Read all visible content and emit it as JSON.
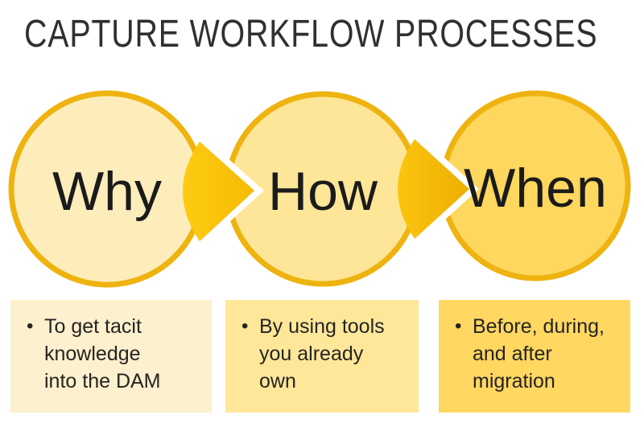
{
  "title": "CAPTURE WORKFLOW PROCESSES",
  "bullet_char": "•",
  "colors": {
    "background": "#FFFFFF",
    "title_text": "#303030",
    "circle_border": "#EFB310",
    "label_text": "#1B1B1B",
    "body_text": "#262321",
    "arrow1_from": "#FDCB12",
    "arrow1_to": "#F6BB05",
    "arrow2_from": "#FBC50F",
    "arrow2_to": "#EDAE02"
  },
  "steps": [
    {
      "label": "Why",
      "description": "To get tacit knowledge into the DAM",
      "lines": [
        "To get tacit",
        "knowledge",
        "into the DAM"
      ],
      "circle_fill": "#FCEDBB",
      "box_fill": "#FCF0CE"
    },
    {
      "label": "How",
      "description": "By using tools you already own",
      "lines": [
        "By using tools",
        "you already",
        "own"
      ],
      "circle_fill": "#FDE697",
      "box_fill": "#FFE79A"
    },
    {
      "label": "When",
      "description": "Before, during, and after migration",
      "lines": [
        "Before, during,",
        "and after",
        "migration"
      ],
      "circle_fill": "#FDD75E",
      "box_fill": "#FFD761"
    }
  ]
}
